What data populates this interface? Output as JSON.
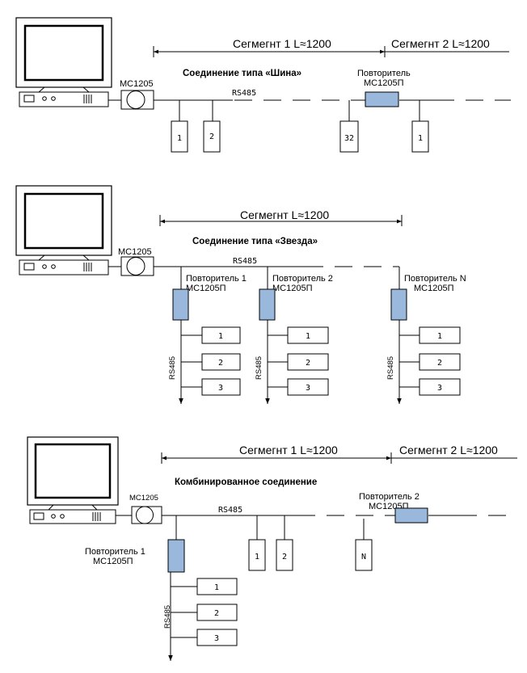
{
  "colors": {
    "repeater": "#99b8dc",
    "line": "#000000"
  },
  "diagram_bus": {
    "title": "Соединение типа «Шина»",
    "segment1": "Сегмегнт 1  L≈1200",
    "segment2": "Сегмегнт 2   L≈1200",
    "converter": "MC1205",
    "line_label": "RS485",
    "repeater": {
      "label1": "Повторитель",
      "label2": "MC1205П"
    },
    "devices": [
      "1",
      "2",
      "32",
      "1"
    ]
  },
  "diagram_star": {
    "title": "Соединение типа «Звезда»",
    "segment": "Сегмегнт   L≈1200",
    "converter": "MC1205",
    "line_label": "RS485",
    "branches": [
      {
        "label1": "Повторитель 1",
        "label2": "MC1205П",
        "vlabel": "RS485",
        "devices": [
          "1",
          "2",
          "3"
        ]
      },
      {
        "label1": "Повторитель 2",
        "label2": "MC1205П",
        "vlabel": "RS485",
        "devices": [
          "1",
          "2",
          "3"
        ]
      },
      {
        "label1": "Повторитель N",
        "label2": "MC1205П",
        "vlabel": "RS485",
        "devices": [
          "1",
          "2",
          "3"
        ]
      }
    ]
  },
  "diagram_combined": {
    "title": "Комбинированное соединение",
    "segment1": "Сегмегнт 1    L≈1200",
    "segment2": "Сегмегнт 2  L≈1200",
    "converter": "MC1205",
    "line_label": "RS485",
    "repeater1": {
      "label1": "Повторитель 1",
      "label2": "MC1205П",
      "vlabel": "RS485",
      "devices": [
        "1",
        "2",
        "3"
      ]
    },
    "repeater2": {
      "label1": "Повторитель 2",
      "label2": "MC1205П"
    },
    "devices": [
      "1",
      "2",
      "N"
    ]
  }
}
